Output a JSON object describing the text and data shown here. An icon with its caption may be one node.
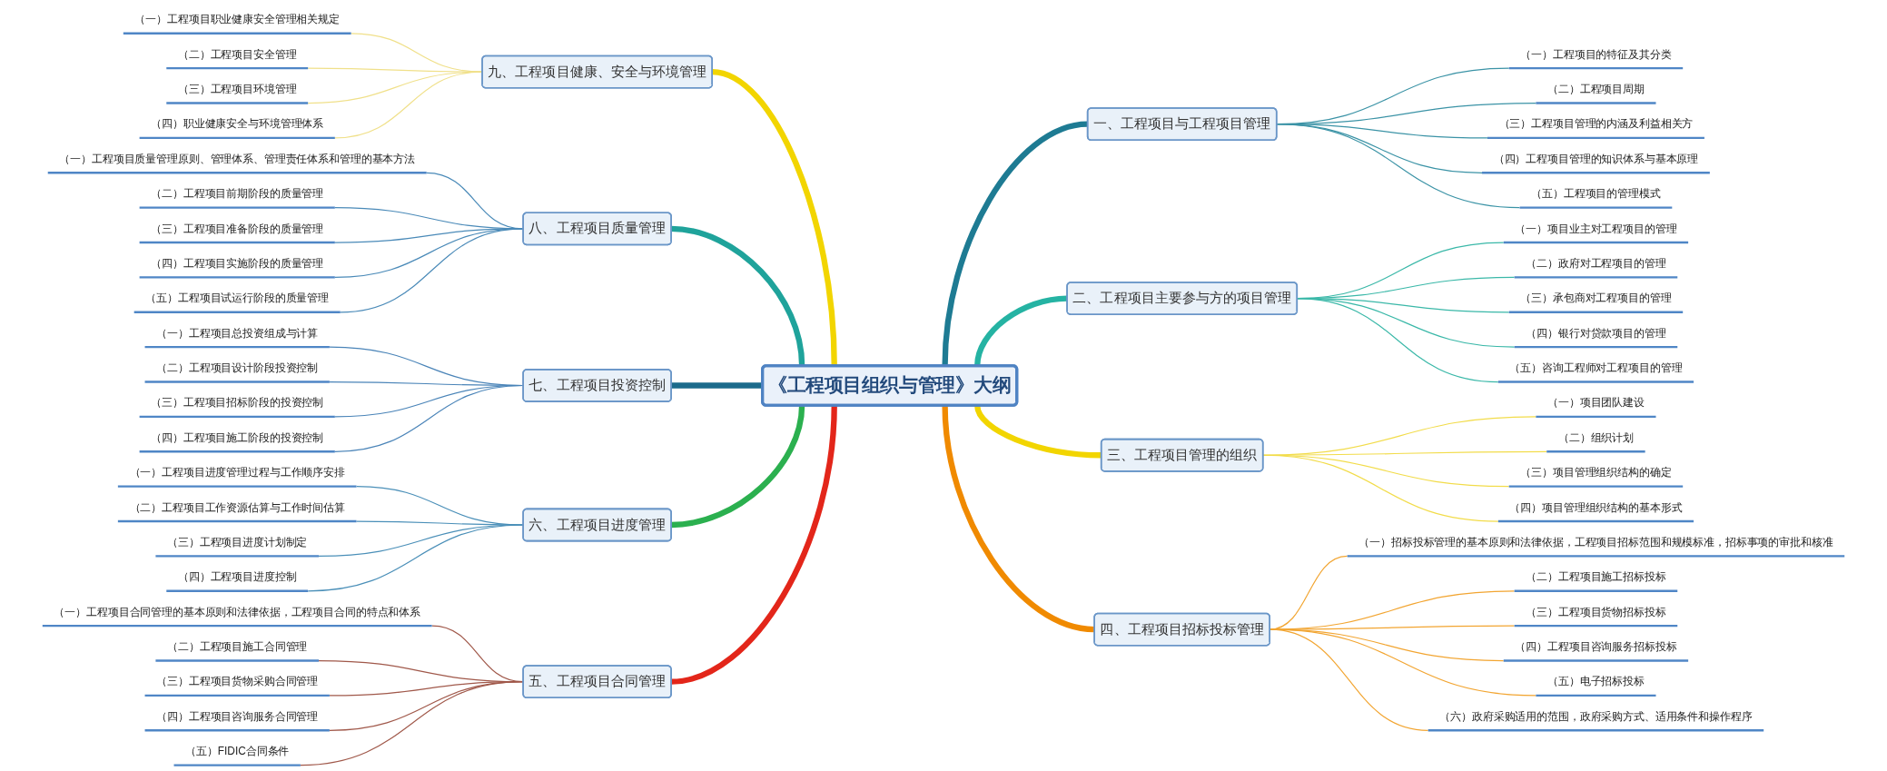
{
  "diagram": {
    "nodes": [
      {
        "text": [
          "《工程项目组织与管理》大纲"
        ]
      },
      {
        "text": [
          "一、工程项目与工程项目管理"
        ]
      },
      {
        "text": [
          "（一）工程项目的特征及其分类"
        ]
      },
      {
        "text": [
          "（二）工程项目周期"
        ]
      },
      {
        "text": [
          "（三）工程项目管理的内涵及利益相关方"
        ]
      },
      {
        "text": [
          "（四）工程项目管理的知识体系与基本原理"
        ]
      },
      {
        "text": [
          "（五）工程项目的管理模式"
        ]
      },
      {
        "text": [
          "二、工程项目主要参与方的项目管理"
        ]
      },
      {
        "text": [
          "（一）项目业主对工程项目的管理"
        ]
      },
      {
        "text": [
          "（二）政府对工程项目的管理"
        ]
      },
      {
        "text": [
          "（三）承包商对工程项目的管理"
        ]
      },
      {
        "text": [
          "（四）银行对贷款项目的管理"
        ]
      },
      {
        "text": [
          "（五）咨询工程师对工程项目的管理"
        ]
      },
      {
        "text": [
          "三、工程项目管理的组织"
        ]
      },
      {
        "text": [
          "（一）项目团队建设"
        ]
      },
      {
        "text": [
          "（二）组织计划"
        ]
      },
      {
        "text": [
          "（三）项目管理组织结构的确定"
        ]
      },
      {
        "text": [
          "（四）项目管理组织结构的基本形式"
        ]
      },
      {
        "text": [
          "四、工程项目招标投标管理"
        ]
      },
      {
        "text": [
          "（一）招标投标管理的基本原则和法律依据，工程项目招标范围和规模标准，招标事项的审批和核准"
        ]
      },
      {
        "text": [
          "（二）工程项目施工招标投标"
        ]
      },
      {
        "text": [
          "（三）工程项目货物招标投标"
        ]
      },
      {
        "text": [
          "（四）工程项目咨询服务招标投标"
        ]
      },
      {
        "text": [
          "（五）电子招标投标"
        ]
      },
      {
        "text": [
          "（六）政府采购适用的范围，政府采购方式、适用条件和操作程序"
        ]
      },
      {
        "text": [
          "五、工程项目合同管理"
        ]
      },
      {
        "text": [
          "（一）工程项目合同管理的基本原则和法律依据，工程项目合同的特点和体系"
        ]
      },
      {
        "text": [
          "（二）工程项目施工合同管理"
        ]
      },
      {
        "text": [
          "（三）工程项目货物采购合同管理"
        ]
      },
      {
        "text": [
          "（四）工程项目咨询服务合同管理"
        ]
      },
      {
        "text": [
          "（五）FIDIC合同条件"
        ]
      },
      {
        "text": [
          "六、工程项目进度管理"
        ]
      },
      {
        "text": [
          "（一）工程项目进度管理过程与工作顺序安排"
        ]
      },
      {
        "text": [
          "（二）工程项目工作资源估算与工作时间估算"
        ]
      },
      {
        "text": [
          "（三）工程项目进度计划制定"
        ]
      },
      {
        "text": [
          "（四）工程项目进度控制"
        ]
      },
      {
        "text": [
          "七、工程项目投资控制"
        ]
      },
      {
        "text": [
          "（一）工程项目总投资组成与计算"
        ]
      },
      {
        "text": [
          "（二）工程项目设计阶段投资控制"
        ]
      },
      {
        "text": [
          "（三）工程项目招标阶段的投资控制"
        ]
      },
      {
        "text": [
          "（四）工程项目施工阶段的投资控制"
        ]
      },
      {
        "text": [
          "八、工程项目质量管理"
        ]
      },
      {
        "text": [
          "（一）工程项目质量管理原则、管理体系、管理责任体系和管理的基本方法"
        ]
      },
      {
        "text": [
          "（二）工程项目前期阶段的质量管理"
        ]
      },
      {
        "text": [
          "（三）工程项目准备阶段的质量管理"
        ]
      },
      {
        "text": [
          "（四）工程项目实施阶段的质量管理"
        ]
      },
      {
        "text": [
          "（五）工程项目试运行阶段的质量管理"
        ]
      },
      {
        "text": [
          "九、工程项目健康、安全与环境管理"
        ]
      },
      {
        "text": [
          "（一）工程项目职业健康安全管理相关规定"
        ]
      },
      {
        "text": [
          "（二）工程项目安全管理"
        ]
      },
      {
        "text": [
          "（三）工程项目环境管理"
        ]
      },
      {
        "text": [
          "（四）职业健康安全与环境管理体系"
        ]
      }
    ],
    "edges": [
      {
        "from": 0,
        "to": 1,
        "arrow": "none",
        "style": "thick",
        "color": "#1e7b93"
      },
      {
        "from": 1,
        "to": 2,
        "arrow": "none",
        "color": "#3b93a6"
      },
      {
        "from": 1,
        "to": 3,
        "arrow": "none",
        "color": "#3b93a6"
      },
      {
        "from": 1,
        "to": 4,
        "arrow": "none",
        "color": "#3b93a6"
      },
      {
        "from": 1,
        "to": 5,
        "arrow": "none",
        "color": "#3b93a6"
      },
      {
        "from": 1,
        "to": 6,
        "arrow": "none",
        "color": "#3b93a6"
      },
      {
        "from": 0,
        "to": 7,
        "arrow": "none",
        "style": "thick",
        "color": "#25b3a3"
      },
      {
        "from": 7,
        "to": 8,
        "arrow": "none",
        "color": "#3ab8a8"
      },
      {
        "from": 7,
        "to": 9,
        "arrow": "none",
        "color": "#3ab8a8"
      },
      {
        "from": 7,
        "to": 10,
        "arrow": "none",
        "color": "#3ab8a8"
      },
      {
        "from": 7,
        "to": 11,
        "arrow": "none",
        "color": "#3ab8a8"
      },
      {
        "from": 7,
        "to": 12,
        "arrow": "none",
        "color": "#3ab8a8"
      },
      {
        "from": 0,
        "to": 13,
        "arrow": "none",
        "style": "thick",
        "color": "#f2d500"
      },
      {
        "from": 13,
        "to": 14,
        "arrow": "none",
        "color": "#f2dc4a"
      },
      {
        "from": 13,
        "to": 15,
        "arrow": "none",
        "color": "#f2dc4a"
      },
      {
        "from": 13,
        "to": 16,
        "arrow": "none",
        "color": "#f2dc4a"
      },
      {
        "from": 13,
        "to": 17,
        "arrow": "none",
        "color": "#f2dc4a"
      },
      {
        "from": 0,
        "to": 18,
        "arrow": "none",
        "style": "thick",
        "color": "#f08a00"
      },
      {
        "from": 18,
        "to": 19,
        "arrow": "none",
        "color": "#f2a531"
      },
      {
        "from": 18,
        "to": 20,
        "arrow": "none",
        "color": "#f2a531"
      },
      {
        "from": 18,
        "to": 21,
        "arrow": "none",
        "color": "#f2a531"
      },
      {
        "from": 18,
        "to": 22,
        "arrow": "none",
        "color": "#f2a531"
      },
      {
        "from": 18,
        "to": 23,
        "arrow": "none",
        "color": "#f2a531"
      },
      {
        "from": 18,
        "to": 24,
        "arrow": "none",
        "color": "#f2a531"
      },
      {
        "from": 47,
        "to": 0,
        "arrow": "none",
        "style": "thick",
        "color": "#f2d500"
      },
      {
        "from": 48,
        "to": 47,
        "arrow": "none",
        "color": "#f0e08a"
      },
      {
        "from": 49,
        "to": 47,
        "arrow": "none",
        "color": "#f0e08a"
      },
      {
        "from": 50,
        "to": 47,
        "arrow": "none",
        "color": "#f0e08a"
      },
      {
        "from": 51,
        "to": 47,
        "arrow": "none",
        "color": "#f0e08a"
      },
      {
        "from": 41,
        "to": 0,
        "arrow": "none",
        "style": "thick",
        "color": "#1fa39b"
      },
      {
        "from": 42,
        "to": 41,
        "arrow": "none",
        "color": "#4a8ab8"
      },
      {
        "from": 43,
        "to": 41,
        "arrow": "none",
        "color": "#4a8ab8"
      },
      {
        "from": 44,
        "to": 41,
        "arrow": "none",
        "color": "#4a8ab8"
      },
      {
        "from": 45,
        "to": 41,
        "arrow": "none",
        "color": "#4a8ab8"
      },
      {
        "from": 46,
        "to": 41,
        "arrow": "none",
        "color": "#4a8ab8"
      },
      {
        "from": 36,
        "to": 0,
        "arrow": "none",
        "style": "thick",
        "color": "#1b6b8c"
      },
      {
        "from": 37,
        "to": 36,
        "arrow": "none",
        "color": "#4a84b8"
      },
      {
        "from": 38,
        "to": 36,
        "arrow": "none",
        "color": "#4a84b8"
      },
      {
        "from": 39,
        "to": 36,
        "arrow": "none",
        "color": "#4a84b8"
      },
      {
        "from": 40,
        "to": 36,
        "arrow": "none",
        "color": "#4a84b8"
      },
      {
        "from": 31,
        "to": 0,
        "arrow": "none",
        "style": "thick",
        "color": "#2bb04f"
      },
      {
        "from": 32,
        "to": 31,
        "arrow": "none",
        "color": "#4a8fb8"
      },
      {
        "from": 33,
        "to": 31,
        "arrow": "none",
        "color": "#4a8fb8"
      },
      {
        "from": 34,
        "to": 31,
        "arrow": "none",
        "color": "#4a8fb8"
      },
      {
        "from": 35,
        "to": 31,
        "arrow": "none",
        "color": "#4a8fb8"
      },
      {
        "from": 25,
        "to": 0,
        "arrow": "none",
        "style": "thick",
        "color": "#e3261a"
      },
      {
        "from": 26,
        "to": 25,
        "arrow": "none",
        "color": "#a0584a"
      },
      {
        "from": 27,
        "to": 25,
        "arrow": "none",
        "color": "#a0584a"
      },
      {
        "from": 28,
        "to": 25,
        "arrow": "none",
        "color": "#a0584a"
      },
      {
        "from": 29,
        "to": 25,
        "arrow": "none",
        "color": "#a0584a"
      },
      {
        "from": 30,
        "to": 25,
        "arrow": "none",
        "color": "#a0584a"
      }
    ]
  }
}
